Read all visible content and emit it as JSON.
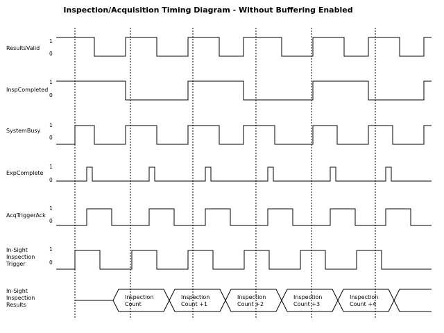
{
  "title": "Inspection/Acquisition Timing Diagram - Without Buffering Enabled",
  "level_high": "1",
  "level_low": "0",
  "signals": [
    {
      "name": "ResultsValid",
      "lines": [
        "ResultsValid"
      ],
      "transitions": [
        81,
        136,
        181,
        226,
        271,
        316,
        351,
        406,
        451,
        496,
        531,
        576,
        611
      ]
    },
    {
      "name": "InspCompleted",
      "lines": [
        "InspCompleted"
      ],
      "transitions": [
        81,
        181,
        271,
        351,
        451,
        531,
        611
      ]
    },
    {
      "name": "SystemBusy",
      "lines": [
        "SystemBusy"
      ],
      "transitions": [
        108,
        136,
        181,
        226,
        271,
        316,
        351,
        396,
        451,
        486,
        531,
        566,
        611
      ]
    },
    {
      "name": "ExpComplete",
      "lines": [
        "ExpComplete"
      ],
      "transitions": [
        125,
        133,
        215,
        223,
        296,
        304,
        386,
        394,
        476,
        484,
        556,
        564
      ]
    },
    {
      "name": "AcqTriggerAck",
      "lines": [
        "AcqTriggerAck"
      ],
      "transitions": [
        125,
        161,
        215,
        251,
        296,
        332,
        386,
        422,
        476,
        512,
        556,
        592
      ]
    },
    {
      "name": "In-Sight Inspection Trigger",
      "lines": [
        "In-Sight",
        "Inspection",
        "Trigger"
      ],
      "transitions": [
        108,
        144,
        190,
        226,
        271,
        307,
        352,
        388,
        433,
        469,
        514,
        550
      ]
    }
  ],
  "results_row": {
    "lines": [
      "In-Sight",
      "Inspection",
      "Results"
    ],
    "segments": [
      {
        "lines": [
          "Inspection",
          "Count"
        ]
      },
      {
        "lines": [
          "Inspection",
          "Count +1"
        ]
      },
      {
        "lines": [
          "Inspection",
          "Count +2"
        ]
      },
      {
        "lines": [
          "Inspection",
          "Count +3"
        ]
      },
      {
        "lines": [
          "Inspection",
          "Count +4"
        ]
      }
    ]
  }
}
